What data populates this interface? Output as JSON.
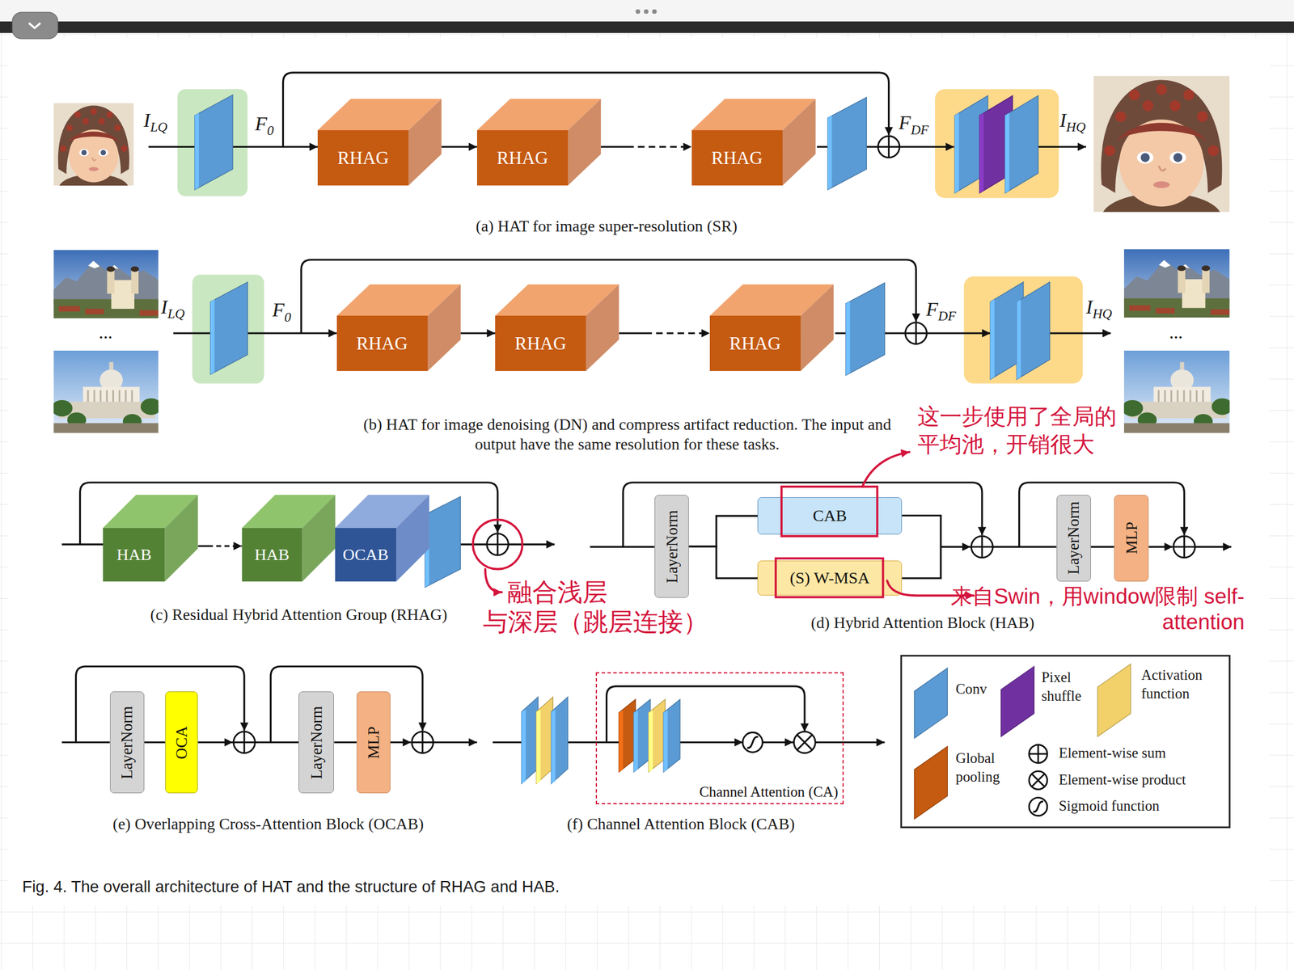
{
  "diagram": {
    "caption": "Fig. 4. The overall architecture of HAT and the structure of RHAG and HAB.",
    "nodes": [
      {
        "text": [
          "RHAG"
        ]
      },
      {
        "text": [
          "RHAG"
        ]
      },
      {
        "text": [
          "RHAG"
        ]
      },
      {
        "text": [
          "RHAG"
        ]
      },
      {
        "text": [
          "RHAG"
        ]
      },
      {
        "text": [
          "RHAG"
        ]
      },
      {
        "text": [
          "HAB"
        ]
      },
      {
        "text": [
          "HAB"
        ]
      },
      {
        "text": [
          "OCAB"
        ]
      },
      {
        "text": [
          "LayerNorm"
        ]
      },
      {
        "text": [
          "CAB"
        ]
      },
      {
        "text": [
          "(S) W-MSA"
        ]
      },
      {
        "text": [
          "LayerNorm"
        ]
      },
      {
        "text": [
          "MLP"
        ]
      },
      {
        "text": [
          "LayerNorm"
        ]
      },
      {
        "text": [
          "OCA"
        ]
      },
      {
        "text": [
          "LayerNorm"
        ]
      },
      {
        "text": [
          "MLP"
        ]
      },
      {
        "text": [
          "Channel Attention (CA)"
        ]
      }
    ],
    "edges": [
      {
        "from": 0,
        "to": 1,
        "arrow": "to"
      },
      {
        "from": 1,
        "to": 2,
        "arrow": "to"
      },
      {
        "from": 3,
        "to": 4,
        "arrow": "to"
      },
      {
        "from": 4,
        "to": 5,
        "arrow": "to"
      },
      {
        "from": 6,
        "to": 7,
        "arrow": "to"
      },
      {
        "from": 9,
        "to": 10,
        "arrow": "none"
      },
      {
        "from": 9,
        "to": 11,
        "arrow": "none"
      },
      {
        "from": 12,
        "to": 13,
        "arrow": "none"
      },
      {
        "from": 14,
        "to": 15,
        "arrow": "none"
      },
      {
        "from": 16,
        "to": 17,
        "arrow": "none"
      }
    ],
    "labels": [
      "ILQ",
      "F0",
      "FDF",
      "IHQ",
      "(a) HAT for image super-resolution (SR)",
      "ILQ",
      "F0",
      "FDF",
      "IHQ",
      "...",
      "...",
      "(b) HAT for image denoising (DN) and compress artifact reduction. The input and output have the same resolution for these tasks.",
      "(c) Residual Hybrid Attention Group (RHAG)",
      "(d) Hybrid Attention Block (HAB)",
      "(e) Overlapping Cross-Attention Block (OCAB)",
      "(f) Channel Attention Block (CAB)",
      "这一步使用了全局的平均池，开销很大",
      "来自Swin，用window限制 self-attention",
      "融合浅层与深层（跳层连接）"
    ],
    "legend": [
      {
        "text": "Conv",
        "color": "#5b9bd5"
      },
      {
        "text": "Pixel shuffle",
        "color": "#7030a0"
      },
      {
        "text": "Activation function",
        "color": "#f2d16b"
      },
      {
        "text": "Global pooling",
        "color": "#c55a11"
      },
      {
        "text": "Element-wise sum"
      },
      {
        "text": "Element-wise product"
      },
      {
        "text": "Sigmoid function"
      }
    ]
  }
}
